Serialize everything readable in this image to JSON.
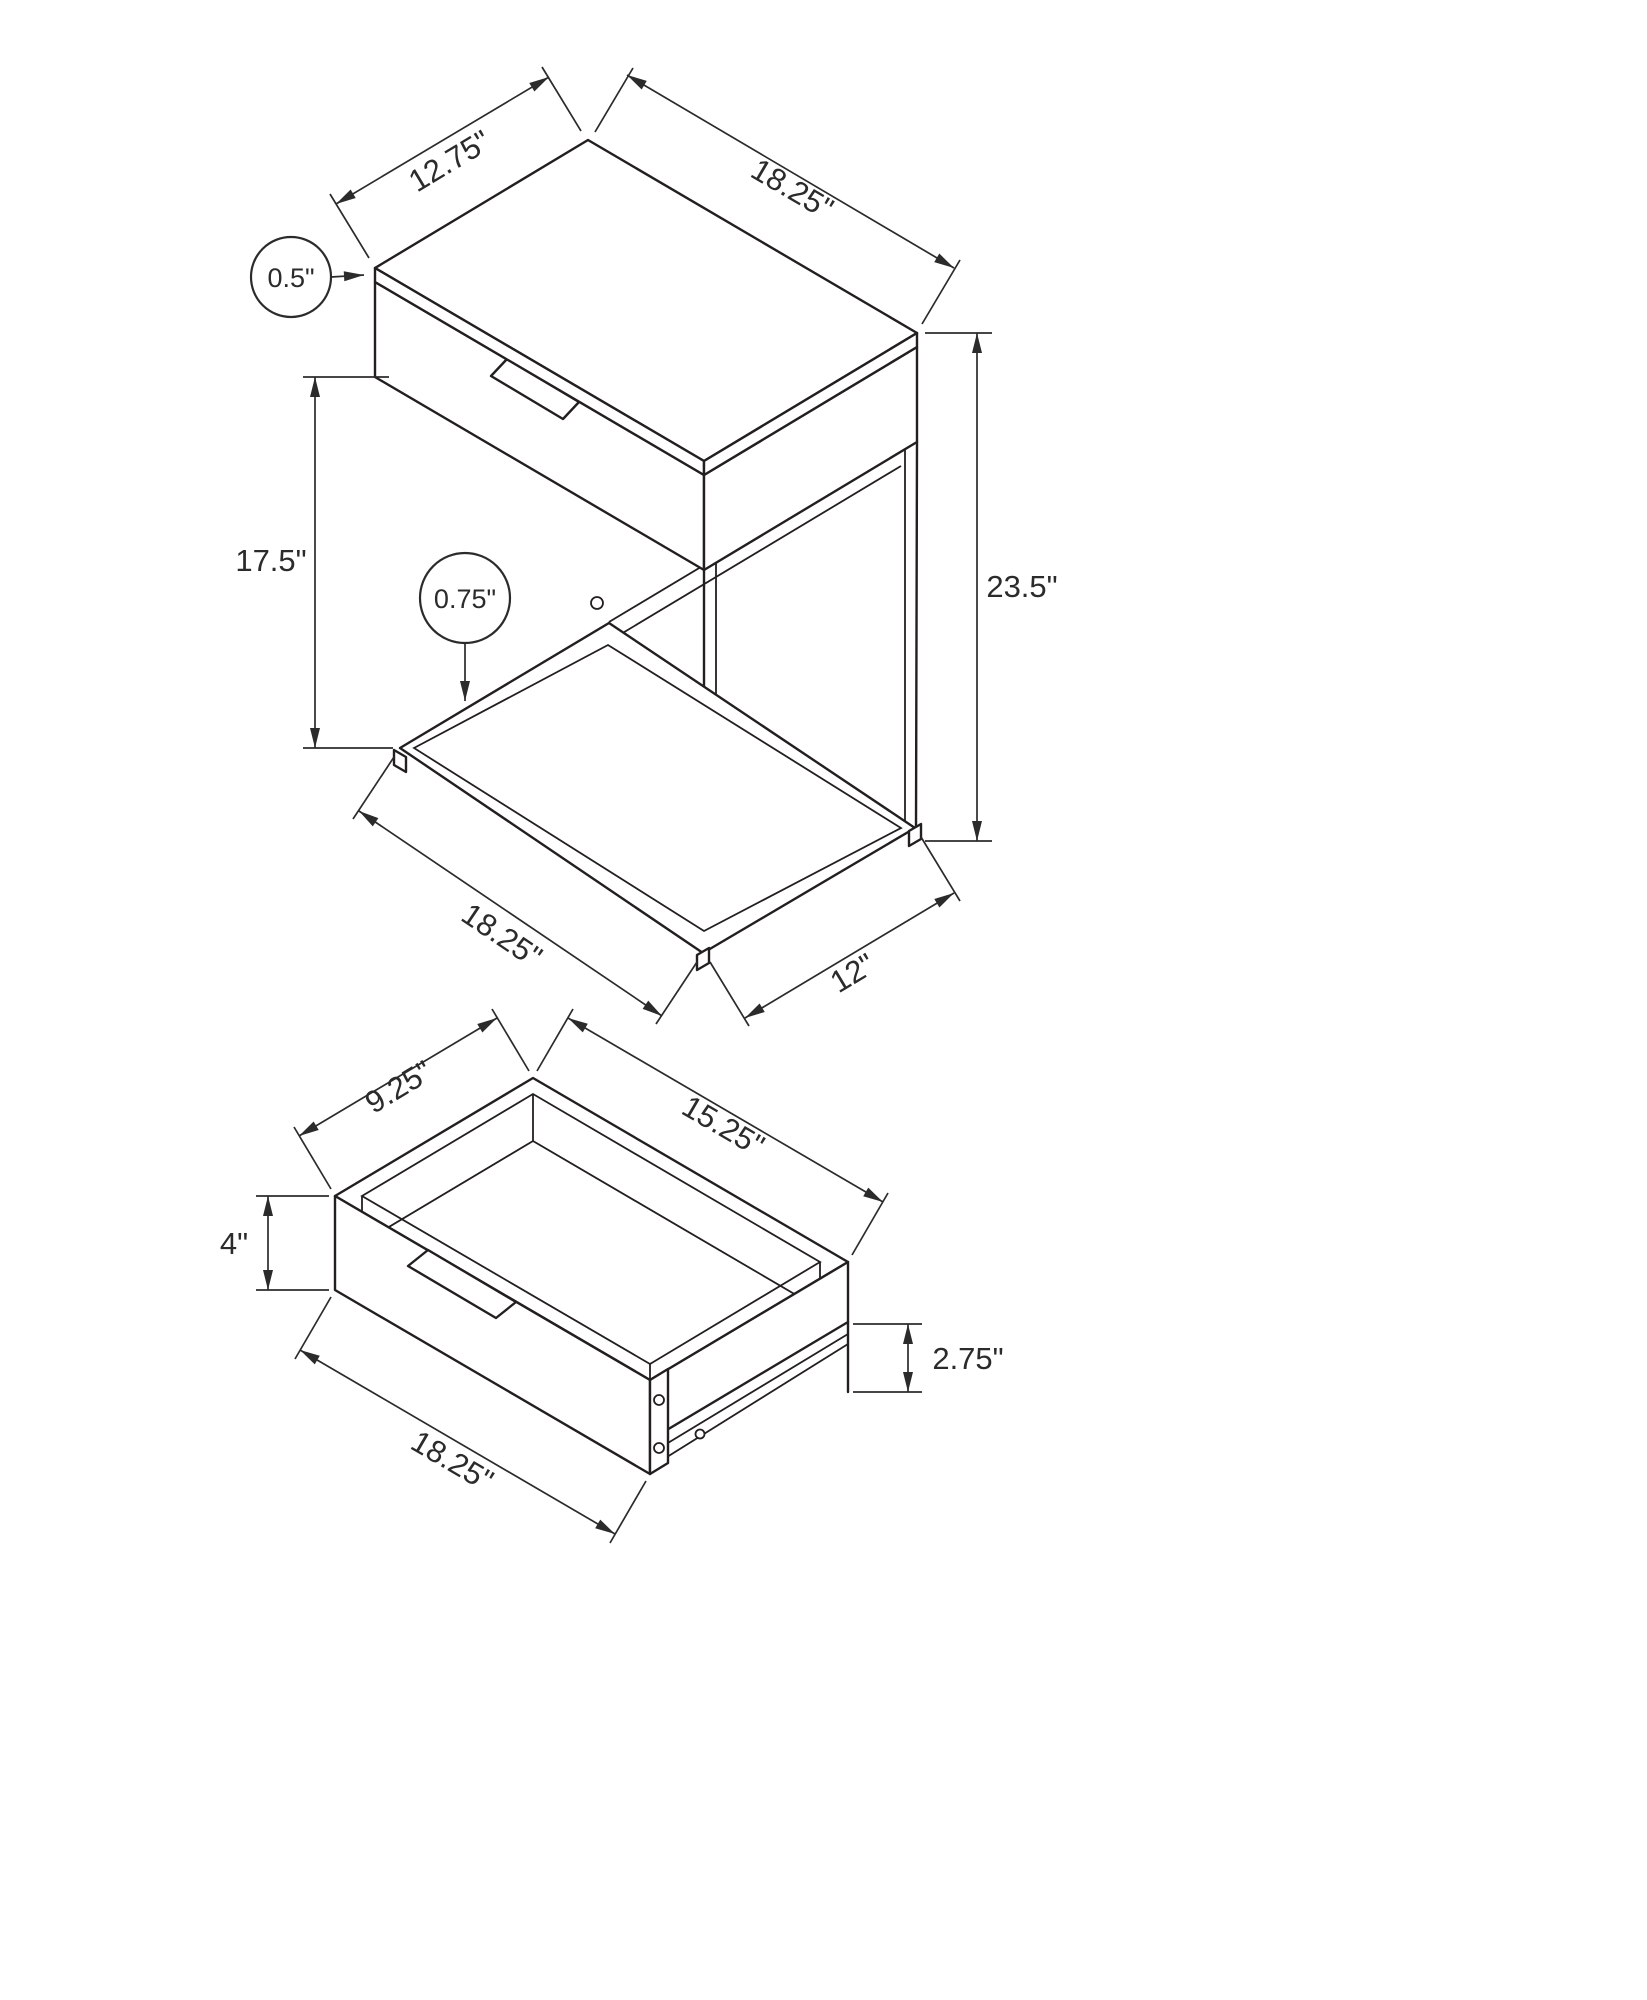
{
  "figure_top": {
    "dims": {
      "top_depth": "12.75\"",
      "top_width": "18.25\"",
      "top_thickness": "0.5\"",
      "clearance_height": "17.5\"",
      "frame_tube": "0.75\"",
      "overall_height": "23.5\"",
      "base_width": "18.25\"",
      "base_depth": "12\""
    }
  },
  "figure_bottom": {
    "dims": {
      "drawer_inner_depth": "9.25\"",
      "drawer_inner_width": "15.25\"",
      "drawer_front_height": "4\"",
      "drawer_side_height": "2.75\"",
      "drawer_outer_width": "18.25\""
    }
  },
  "colors": {
    "line": "#231f20",
    "text": "#2b2b2b",
    "background": "#ffffff"
  }
}
